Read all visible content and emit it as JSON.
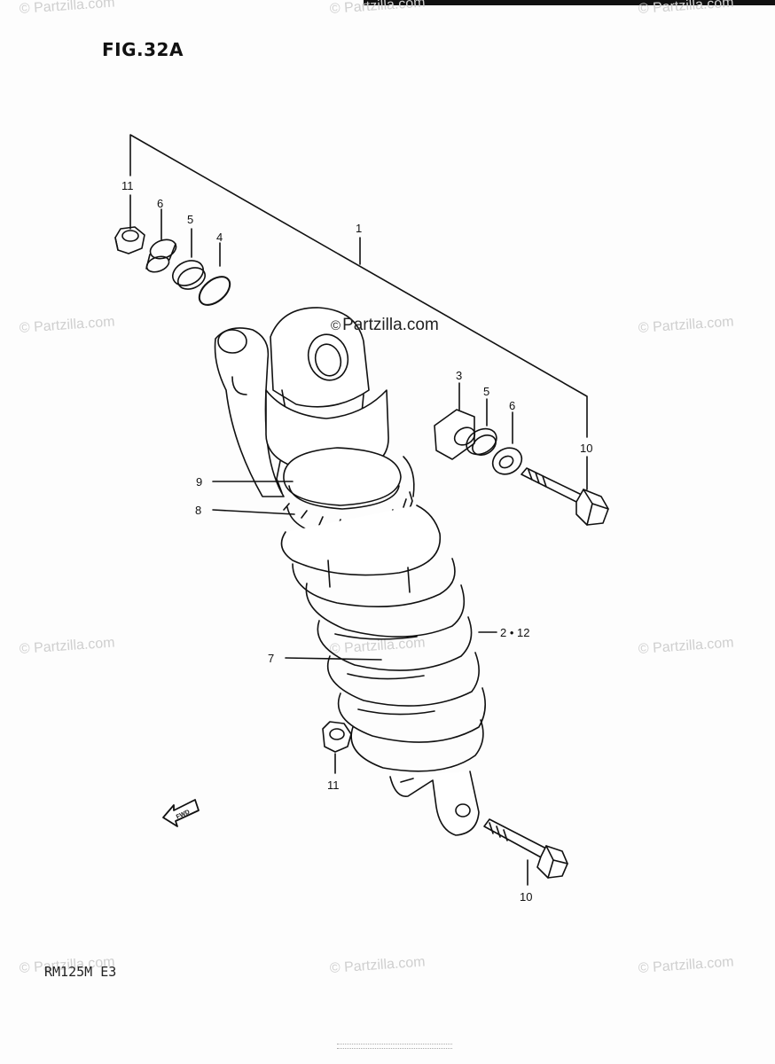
{
  "figure": {
    "title": "FIG.32A",
    "model": "RM125M E3",
    "fwd_label": "FWD"
  },
  "watermark": {
    "text": "© Partzilla.com",
    "center_text": "Partzilla.com",
    "copyright_symbol": "©",
    "color": "#cfcfcf"
  },
  "callouts": [
    {
      "id": "1",
      "text": "1"
    },
    {
      "id": "11-top",
      "text": "11"
    },
    {
      "id": "6-left",
      "text": "6"
    },
    {
      "id": "5-left",
      "text": "5"
    },
    {
      "id": "4",
      "text": "4"
    },
    {
      "id": "3",
      "text": "3"
    },
    {
      "id": "5-right",
      "text": "5"
    },
    {
      "id": "6-right",
      "text": "6"
    },
    {
      "id": "10-top",
      "text": "10"
    },
    {
      "id": "9",
      "text": "9"
    },
    {
      "id": "8",
      "text": "8"
    },
    {
      "id": "2-12",
      "text": "2 • 12"
    },
    {
      "id": "7",
      "text": "7"
    },
    {
      "id": "11-bottom",
      "text": "11"
    },
    {
      "id": "10-bottom",
      "text": "10"
    }
  ]
}
